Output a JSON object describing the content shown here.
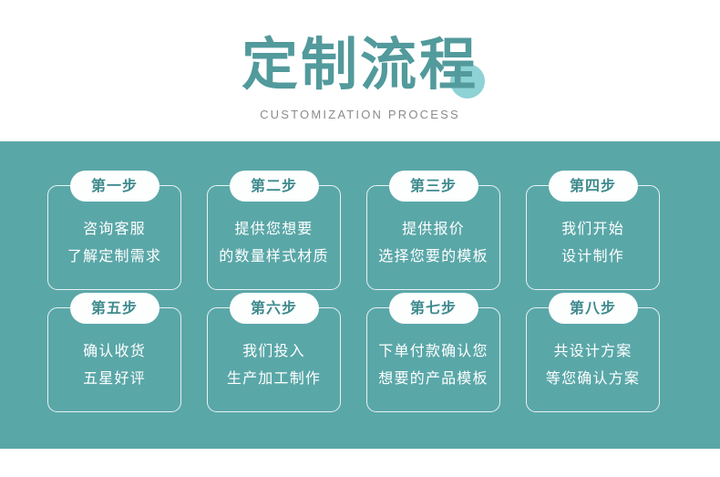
{
  "header": {
    "title": "定制流程",
    "subtitle": "CUSTOMIZATION PROCESS",
    "decor_icon": "circle-dot"
  },
  "colors": {
    "panel_teal": "#5aa7a8",
    "title_teal": "#529a9c",
    "badge_text_teal": "#3f8b8e",
    "decor_circle": "#8ed2d6",
    "card_border": "#e8f2f2",
    "card_text": "#ffffff",
    "subtitle_gray": "#8b8b8b",
    "page_background": "#ffffff"
  },
  "steps": [
    {
      "badge": "第一步",
      "lines": [
        "咨询客服",
        "了解定制需求"
      ]
    },
    {
      "badge": "第二步",
      "lines": [
        "提供您想要",
        "的数量样式材质"
      ]
    },
    {
      "badge": "第三步",
      "lines": [
        "提供报价",
        "选择您要的模板"
      ]
    },
    {
      "badge": "第四步",
      "lines": [
        "我们开始",
        "设计制作"
      ]
    },
    {
      "badge": "第五步",
      "lines": [
        "确认收货",
        "五星好评"
      ]
    },
    {
      "badge": "第六步",
      "lines": [
        "我们投入",
        "生产加工制作"
      ]
    },
    {
      "badge": "第七步",
      "lines": [
        "下单付款确认您",
        "想要的产品模板"
      ]
    },
    {
      "badge": "第八步",
      "lines": [
        "共设计方案",
        "等您确认方案"
      ]
    }
  ]
}
